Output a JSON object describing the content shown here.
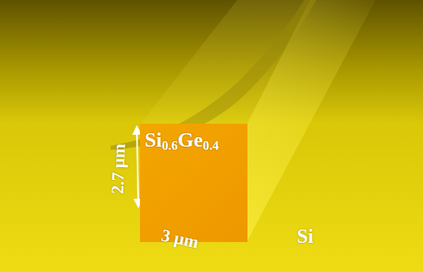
{
  "diagram": {
    "nodes": [
      {
        "text": [
          "Si0.6Ge0.4"
        ]
      }
    ],
    "labels": [
      "2.7 μm",
      "3 μm",
      "Si"
    ]
  }
}
